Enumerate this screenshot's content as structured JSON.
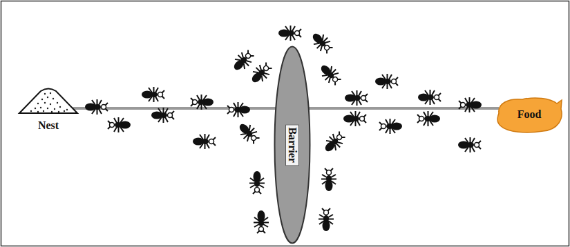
{
  "diagram": {
    "nodes": [
      {
        "text": [
          "Nest"
        ]
      },
      {
        "text": [
          "Barrier"
        ]
      },
      {
        "text": [
          "Food"
        ]
      }
    ],
    "edges": [
      {
        "from": 0,
        "to": 1,
        "arrow": "none"
      },
      {
        "from": 1,
        "to": 2,
        "arrow": "none"
      }
    ]
  }
}
